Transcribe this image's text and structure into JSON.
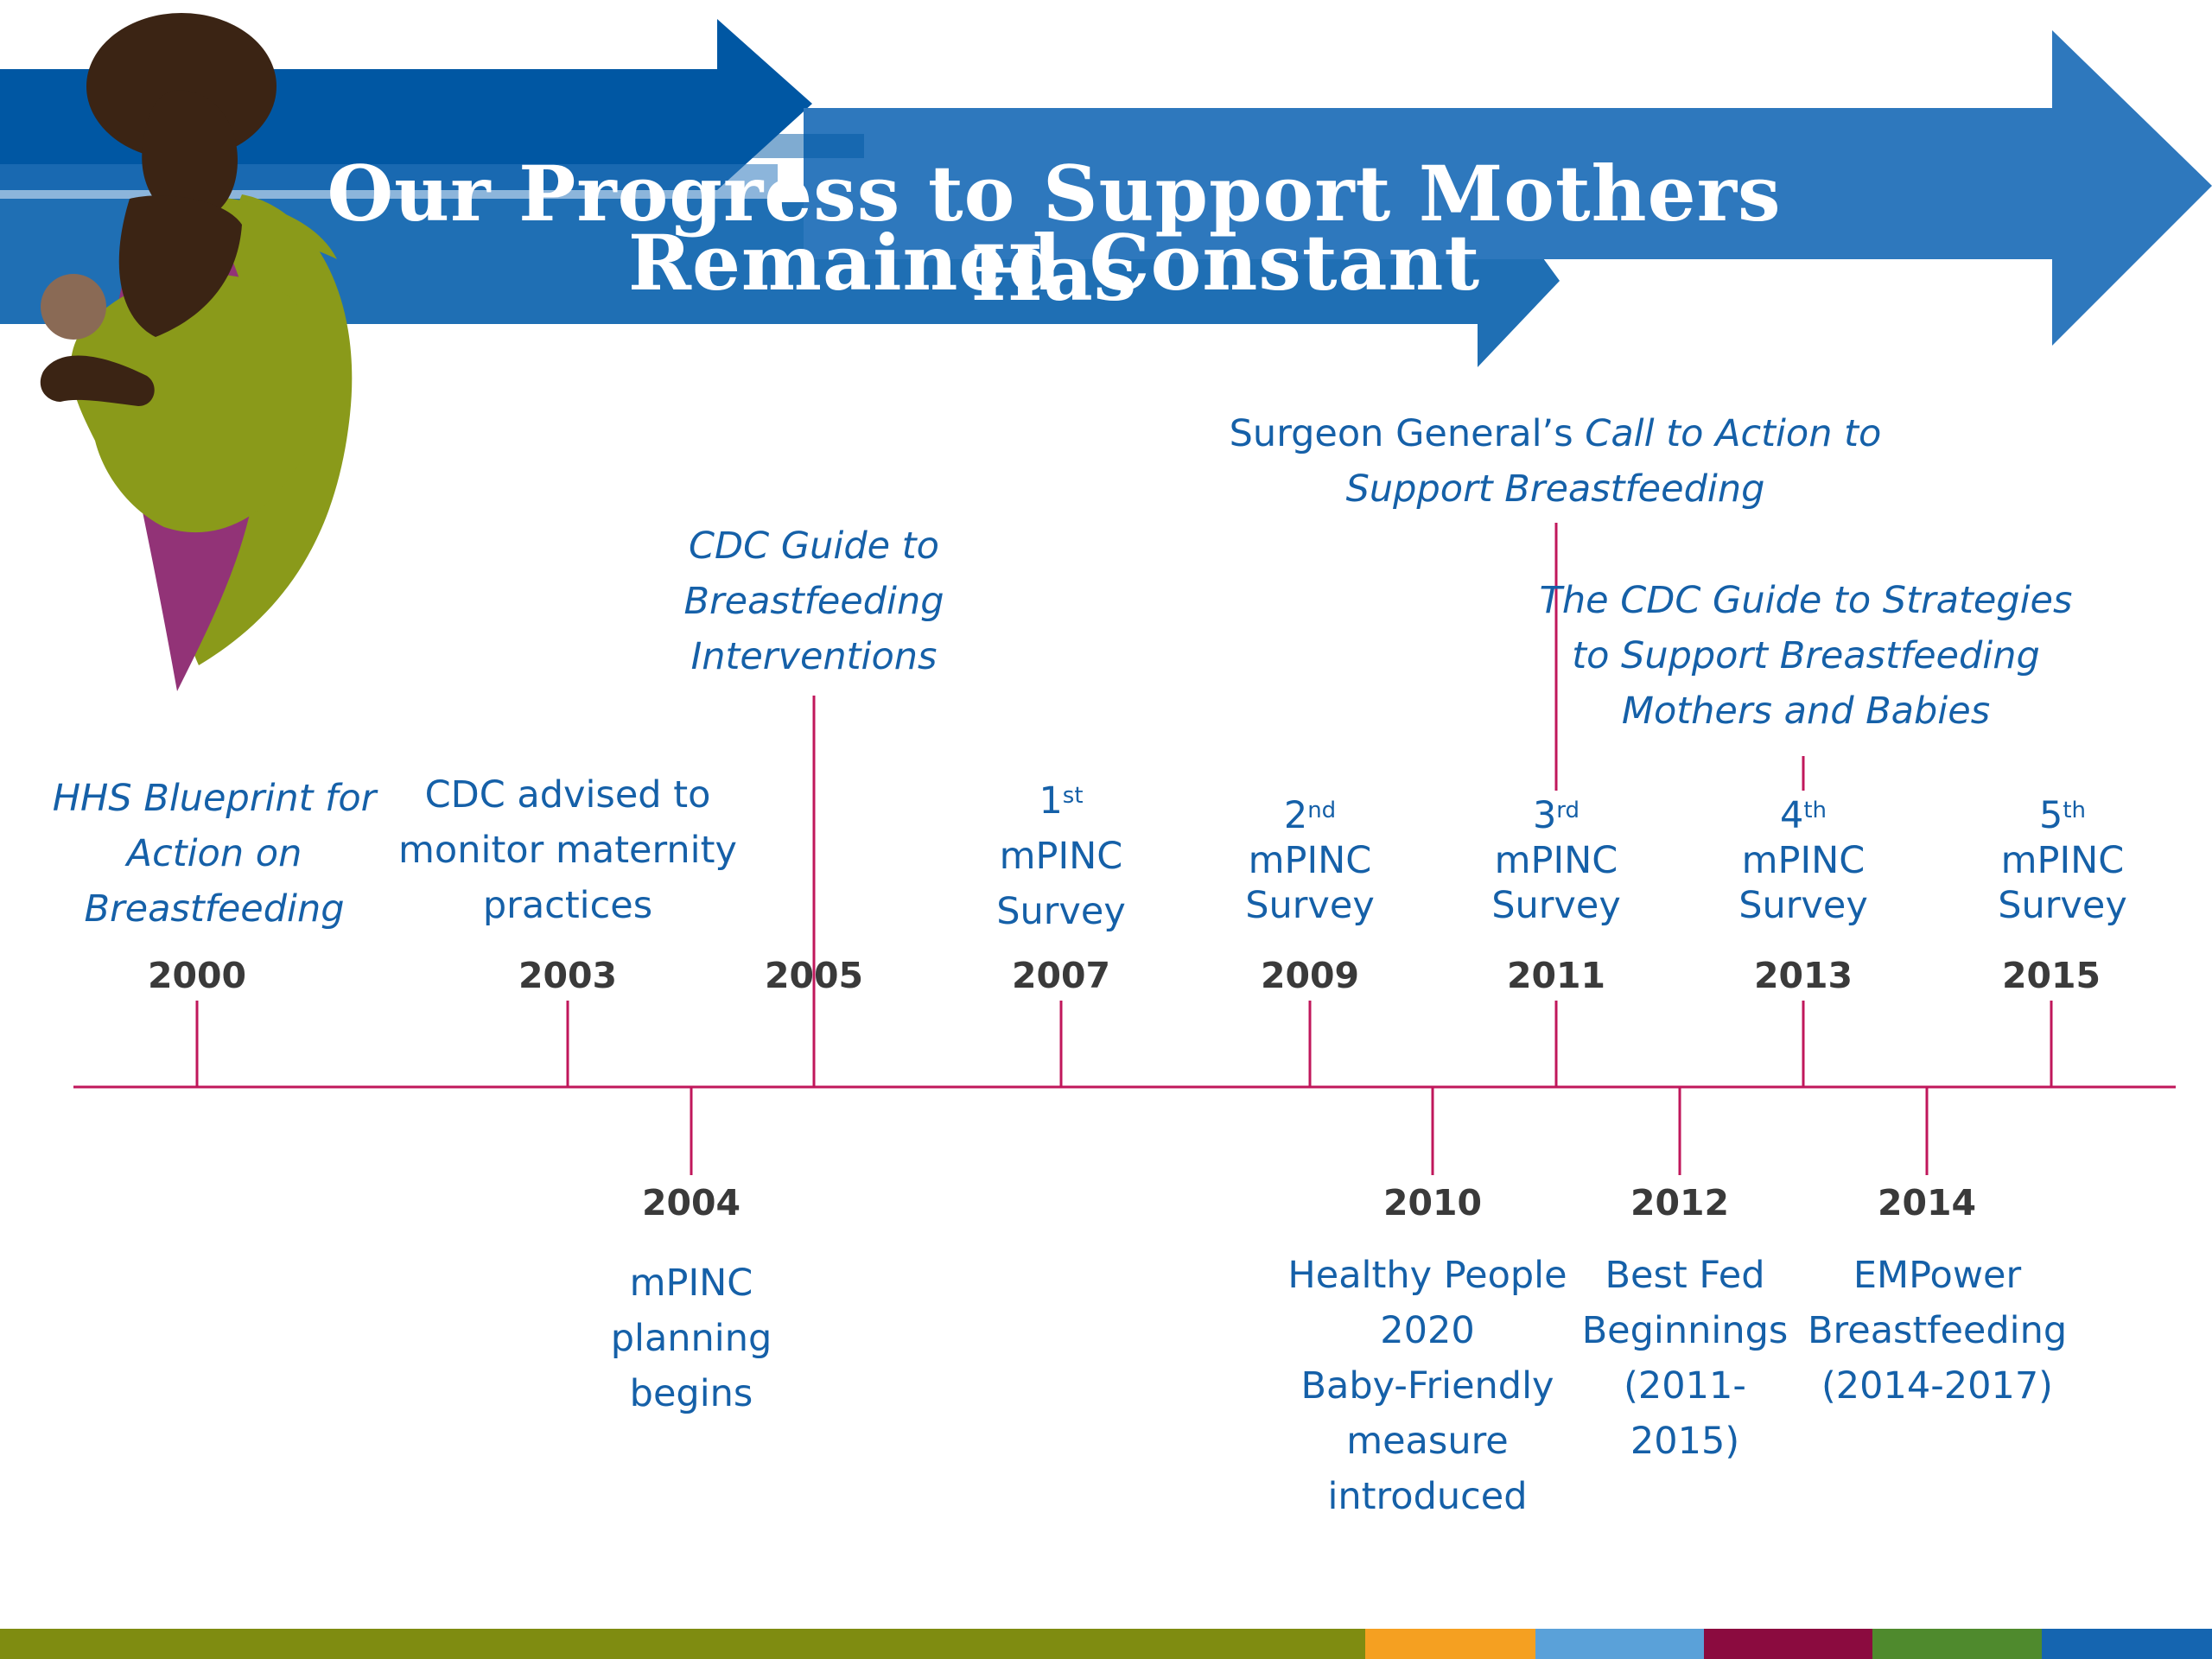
{
  "title": {
    "line1": "Our Progress to Support Mothers Has",
    "line2": "Remained Constant"
  },
  "colors": {
    "arrow_dark": "#0057a3",
    "arrow_mid": "#1f6fb4",
    "arrow_light": "#2e78bd",
    "timeline_line": "#c0175b",
    "event_text": "#1560a8",
    "year_text": "#3a3a3a",
    "sling_green": "#8a9a1a",
    "sling_magenta": "#923377",
    "skin_dark": "#3b2414",
    "footer": [
      "#7f8c11",
      "#f5a021",
      "#5aa1d9",
      "#8b0b3f",
      "#4f8a2d",
      "#1565b0"
    ]
  },
  "icons": {
    "figure": "mother-carrying-baby-in-sling-icon",
    "banner": "double-arrow-banner"
  },
  "timeline_above": [
    {
      "year": "2000",
      "lines": [
        "HHS Blueprint for",
        "Action on",
        "Breastfeeding"
      ],
      "italic": true
    },
    {
      "year": "2003",
      "lines": [
        "CDC advised to",
        "monitor maternity",
        "practices"
      ],
      "italic": false
    },
    {
      "year": "2005",
      "lines": [
        "CDC Guide to",
        "Breastfeeding",
        "Interventions"
      ],
      "italic": true
    },
    {
      "year": "2007",
      "ordinal": "1",
      "suffix": "st",
      "lines": [
        "mPINC",
        "Survey"
      ],
      "italic": false
    },
    {
      "year": "2009",
      "ordinal": "2",
      "suffix": "nd",
      "lines": [
        "mPINC",
        "Survey"
      ],
      "italic": false
    },
    {
      "year": "2011",
      "ordinal": "3",
      "suffix": "rd",
      "lines": [
        "mPINC",
        "Survey"
      ],
      "italic": false
    },
    {
      "year": "2013",
      "ordinal": "4",
      "suffix": "th",
      "lines": [
        "mPINC",
        "Survey"
      ],
      "italic": false
    },
    {
      "year": "2015",
      "ordinal": "5",
      "suffix": "th",
      "lines": [
        "mPINC",
        "Survey"
      ],
      "italic": false
    }
  ],
  "callouts": {
    "surgeon_general": {
      "plain": "Surgeon General’s ",
      "italic": [
        "Call to Action to",
        "Support Breastfeeding"
      ]
    },
    "cdc_strategies": {
      "lines": [
        "The CDC Guide to Strategies",
        "to Support Breastfeeding",
        "Mothers and Babies"
      ]
    }
  },
  "timeline_below": [
    {
      "year": "2004",
      "lines": [
        "mPINC",
        "planning",
        "begins"
      ]
    },
    {
      "year": "2010",
      "lines": [
        "Healthy People",
        "2020",
        "Baby-Friendly",
        "measure",
        "introduced"
      ]
    },
    {
      "year": "2012",
      "lines": [
        "Best Fed",
        "Beginnings",
        "(2011-2015)"
      ]
    },
    {
      "year": "2014",
      "lines": [
        "EMPower",
        "Breastfeeding",
        "(2014-2017)"
      ]
    }
  ]
}
